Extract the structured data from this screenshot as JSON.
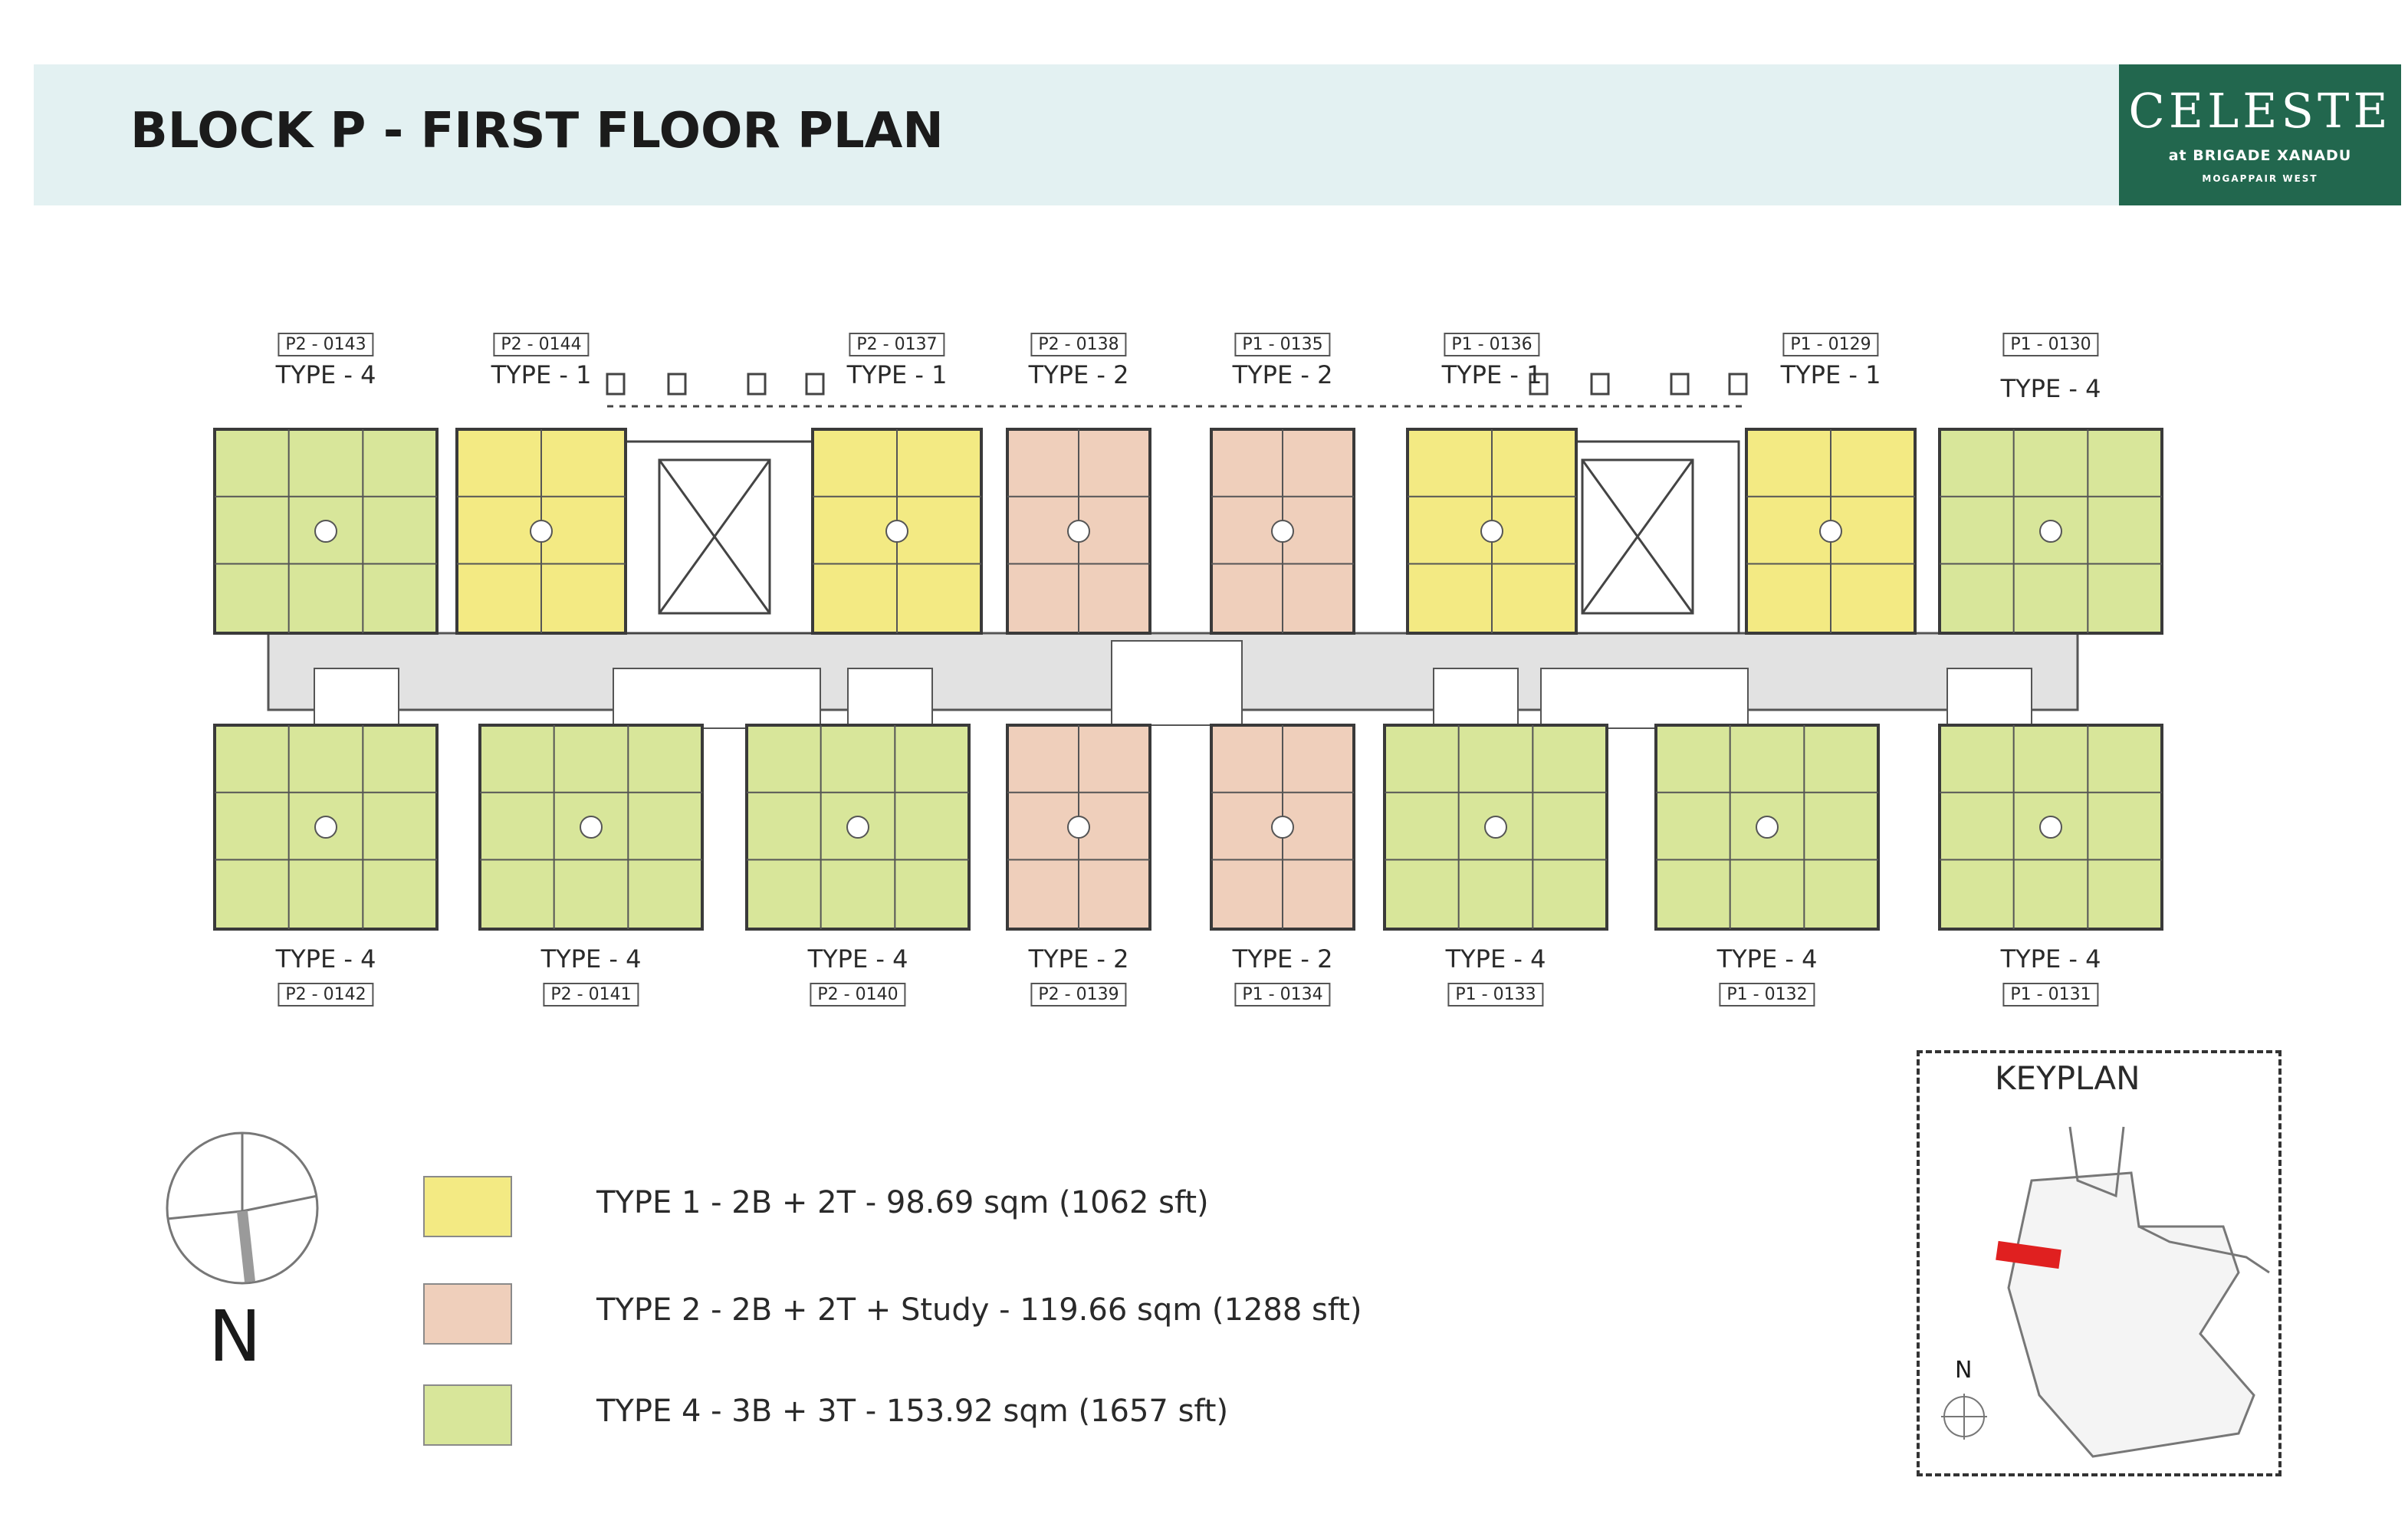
{
  "header": {
    "title": "BLOCK P - FIRST FLOOR PLAN",
    "logo_main": "CELESTE",
    "logo_sub": "at BRIGADE XANADU",
    "logo_location": "MOGAPPAIR WEST"
  },
  "colors": {
    "header_band": "#e3f1f2",
    "logo_bg": "#22674e",
    "type1": "#f3ea83",
    "type2": "#efcfbb",
    "type4": "#d8e69a",
    "corridor": "#e2e2e2"
  },
  "top_units": [
    {
      "code": "P2 - 0143",
      "type": "TYPE - 4",
      "color": "type4"
    },
    {
      "code": "P2 - 0144",
      "type": "TYPE - 1",
      "color": "type1"
    },
    {
      "code": "P2 - 0137",
      "type": "TYPE - 1",
      "color": "type1"
    },
    {
      "code": "P2 - 0138",
      "type": "TYPE - 2",
      "color": "type2"
    },
    {
      "code": "P1 - 0135",
      "type": "TYPE - 2",
      "color": "type2"
    },
    {
      "code": "P1 - 0136",
      "type": "TYPE - 1",
      "color": "type1"
    },
    {
      "code": "P1 - 0129",
      "type": "TYPE - 1",
      "color": "type1"
    },
    {
      "code": "P1 - 0130",
      "type": "TYPE - 4",
      "color": "type4"
    }
  ],
  "bottom_units": [
    {
      "code": "P2 - 0142",
      "type": "TYPE - 4",
      "color": "type4"
    },
    {
      "code": "P2 - 0141",
      "type": "TYPE - 4",
      "color": "type4"
    },
    {
      "code": "P2 - 0140",
      "type": "TYPE - 4",
      "color": "type4"
    },
    {
      "code": "P2 - 0139",
      "type": "TYPE - 2",
      "color": "type2"
    },
    {
      "code": "P1 - 0134",
      "type": "TYPE - 2",
      "color": "type2"
    },
    {
      "code": "P1 - 0133",
      "type": "TYPE - 4",
      "color": "type4"
    },
    {
      "code": "P1 - 0132",
      "type": "TYPE - 4",
      "color": "type4"
    },
    {
      "code": "P1 - 0131",
      "type": "TYPE - 4",
      "color": "type4"
    }
  ],
  "legend": [
    {
      "label": "TYPE 1 - 2B + 2T - 98.69 sqm (1062 sft)",
      "color": "#f3ea83"
    },
    {
      "label": "TYPE 2 - 2B + 2T + Study - 119.66 sqm (1288 sft)",
      "color": "#efcfbb"
    },
    {
      "label": "TYPE 4 - 3B + 3T - 153.92 sqm (1657 sft)",
      "color": "#d8e69a"
    }
  ],
  "north_label": "N",
  "keyplan": {
    "title": "KEYPLAN",
    "north_label": "N"
  }
}
